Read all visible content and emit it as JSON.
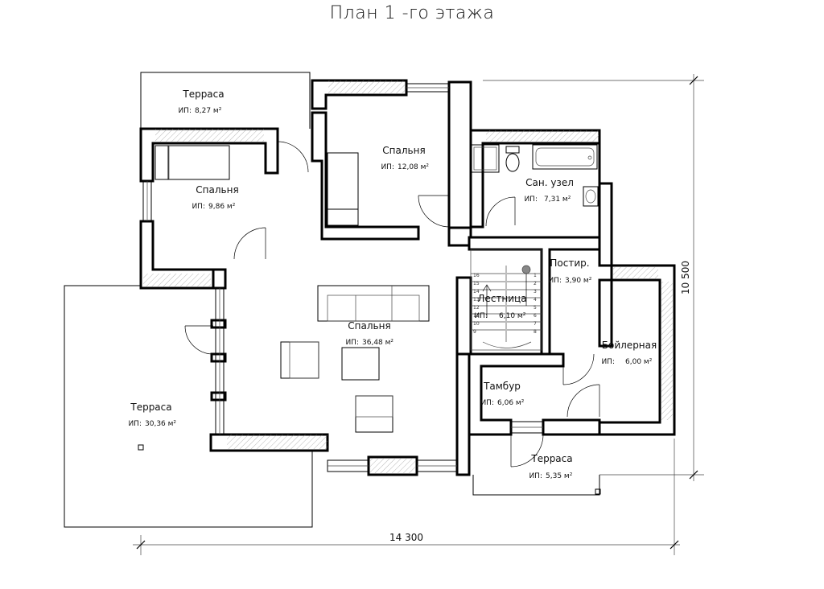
{
  "title": "План 1 -го этажа",
  "rooms": [
    {
      "name": "Терраса",
      "area_label": "ИП:",
      "area": "8,27 м²"
    },
    {
      "name": "Спальня",
      "area_label": "ИП:",
      "area": "9,86 м²"
    },
    {
      "name": "Спальня",
      "area_label": "ИП:",
      "area": "12,08 м²"
    },
    {
      "name": "Сан. узел",
      "area_label": "ИП:",
      "area": "7,31 м²"
    },
    {
      "name": "Постир.",
      "area_label": "ИП:",
      "area": "3,90 м²"
    },
    {
      "name": "Лестница",
      "area_label": "ИП:",
      "area": "6,10 м²"
    },
    {
      "name": "Спальня",
      "area_label": "ИП:",
      "area": "36,48 м²"
    },
    {
      "name": "Бойлерная",
      "area_label": "ИП:",
      "area": "6,00 м²"
    },
    {
      "name": "Тамбур",
      "area_label": "ИП:",
      "area": "6,06 м²"
    },
    {
      "name": "Терраса",
      "area_label": "ИП:",
      "area": "30,36 м²"
    },
    {
      "name": "Терраса",
      "area_label": "ИП:",
      "area": "5,35 м²"
    }
  ],
  "dimensions": {
    "width": "14 300",
    "height": "10 500"
  },
  "stair_steps": [
    "16",
    "15",
    "14",
    "13",
    "12",
    "11",
    "10",
    "9",
    "8",
    "7",
    "6",
    "5",
    "4",
    "3",
    "2",
    "1"
  ]
}
